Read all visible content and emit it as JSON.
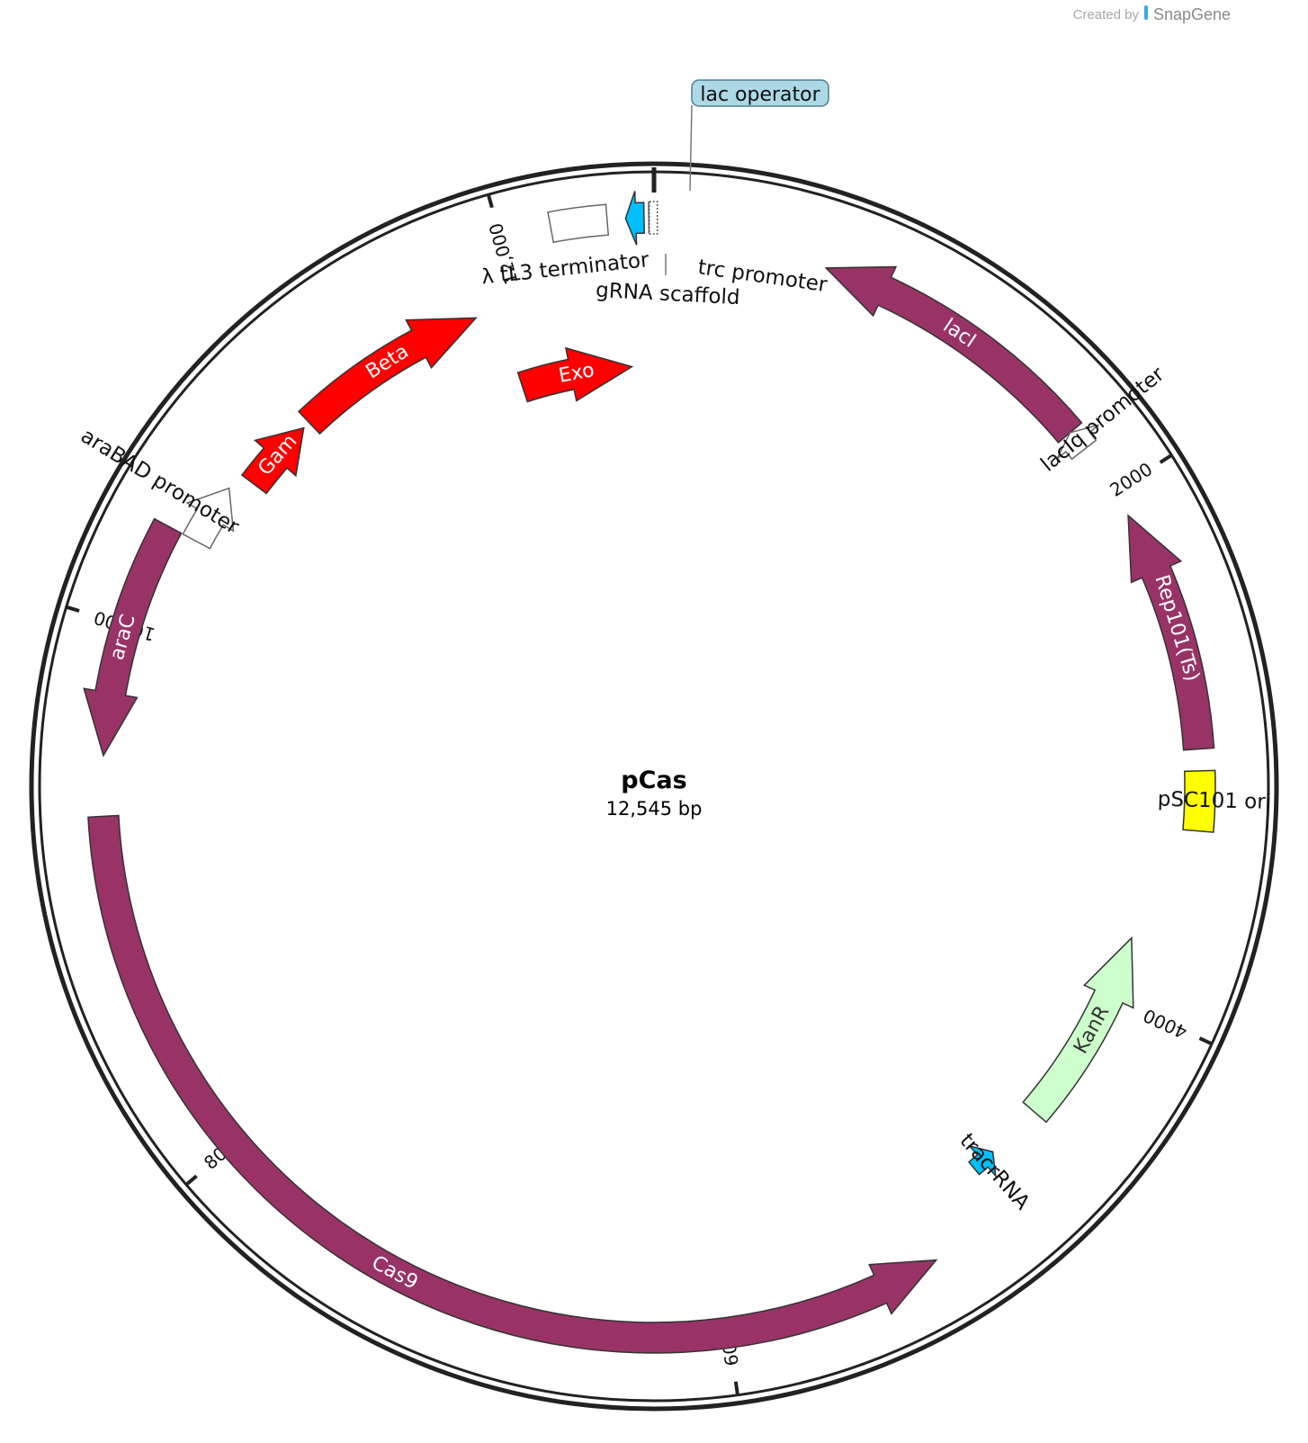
{
  "plasmid": {
    "name": "pCas",
    "length_label": "12,545 bp",
    "length_bp": 12545
  },
  "credit": {
    "prefix": "Created by",
    "brand": "SnapGene"
  },
  "ticks": [
    {
      "bp": 2000,
      "label": "2000"
    },
    {
      "bp": 4000,
      "label": "4000"
    },
    {
      "bp": 6000,
      "label": "6000"
    },
    {
      "bp": 8000,
      "label": "8000"
    },
    {
      "bp": 10000,
      "label": "10,000"
    },
    {
      "bp": 12000,
      "label": "12,000"
    }
  ],
  "features": [
    {
      "name": "lacI",
      "start": 640,
      "end": 1730,
      "direction": "reverse",
      "color": "#993366",
      "label_inside": true
    },
    {
      "name": "lacIq promoter",
      "start": 1730,
      "end": 1810,
      "direction": "reverse",
      "color": "#ffffff",
      "label_inside": false
    },
    {
      "name": "Rep101(Ts)",
      "start": 2100,
      "end": 3000,
      "direction": "reverse",
      "color": "#993366",
      "label_inside": true
    },
    {
      "name": "pSC101 ori",
      "start": 3080,
      "end": 3300,
      "direction": "none",
      "color": "#ffff00",
      "label_inside": false
    },
    {
      "name": "KanR",
      "start": 3750,
      "end": 4550,
      "direction": "reverse",
      "color": "#ccffcc",
      "label_inside": true
    },
    {
      "name": "tracrRNA",
      "start": 4780,
      "end": 4880,
      "direction": "reverse",
      "color": "#00bfff",
      "label_inside": false
    },
    {
      "name": "Cas9",
      "start": 5200,
      "end": 9300,
      "direction": "reverse",
      "color": "#993366",
      "label_inside": true
    },
    {
      "name": "araC",
      "start": 9520,
      "end": 10390,
      "direction": "reverse",
      "color": "#993366",
      "label_inside": true
    },
    {
      "name": "araBAD promoter",
      "start": 10390,
      "end": 10630,
      "direction": "forward",
      "color": "#ffffff",
      "label_inside": false
    },
    {
      "name": "Gam",
      "start": 10700,
      "end": 11000,
      "direction": "forward",
      "color": "#ff0000",
      "label_inside": true
    },
    {
      "name": "Beta",
      "start": 11030,
      "end": 11820,
      "direction": "forward",
      "color": "#ff0000",
      "label_inside": true
    },
    {
      "name": "Exo",
      "start": 11910,
      "end": 12440,
      "direction": "forward",
      "color": "#ff0000",
      "label_inside": true
    },
    {
      "name": "λ tL3 terminator",
      "start": 12180,
      "end": 12380,
      "direction": "none",
      "color": "#ffffff",
      "label_inside": false
    },
    {
      "name": "gRNA scaffold",
      "start": 12445,
      "end": 12510,
      "direction": "reverse",
      "color": "#00bfff",
      "label_inside": false
    },
    {
      "name": "trc promoter",
      "start": 12515,
      "end": 12535,
      "direction": "none",
      "color": "#2f6f7f",
      "label_inside": false
    },
    {
      "name": "lac operator",
      "start": 12538,
      "end": 12545,
      "direction": "none",
      "color": "#e8e8e8",
      "label_inside": false
    }
  ],
  "callouts": {
    "lac_operator": "lac operator"
  }
}
